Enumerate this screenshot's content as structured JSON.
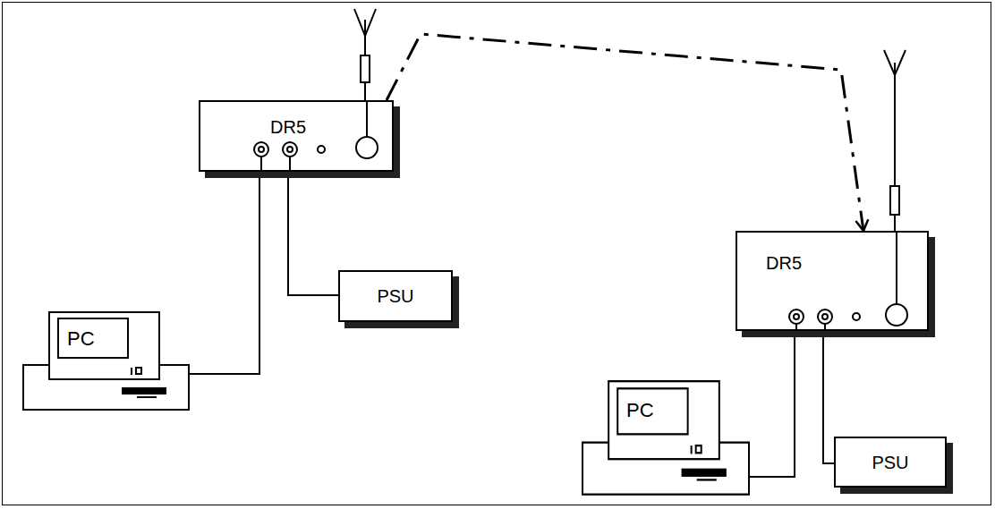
{
  "diagram": {
    "nodes": [
      {
        "text": [
          "DR5"
        ]
      },
      {
        "text": [
          "PC"
        ]
      },
      {
        "text": [
          "PSU"
        ]
      },
      {
        "text": [
          "DR5"
        ]
      },
      {
        "text": [
          "PC"
        ]
      },
      {
        "text": [
          "PSU"
        ]
      }
    ],
    "edges": [
      {
        "from": 0,
        "to": 1,
        "arrow": "none"
      },
      {
        "from": 0,
        "to": 2,
        "arrow": "none"
      },
      {
        "from": 3,
        "to": 4,
        "arrow": "none"
      },
      {
        "from": 3,
        "to": 5,
        "arrow": "none"
      },
      {
        "from": 0,
        "to": 3,
        "arrow": "to"
      }
    ]
  }
}
